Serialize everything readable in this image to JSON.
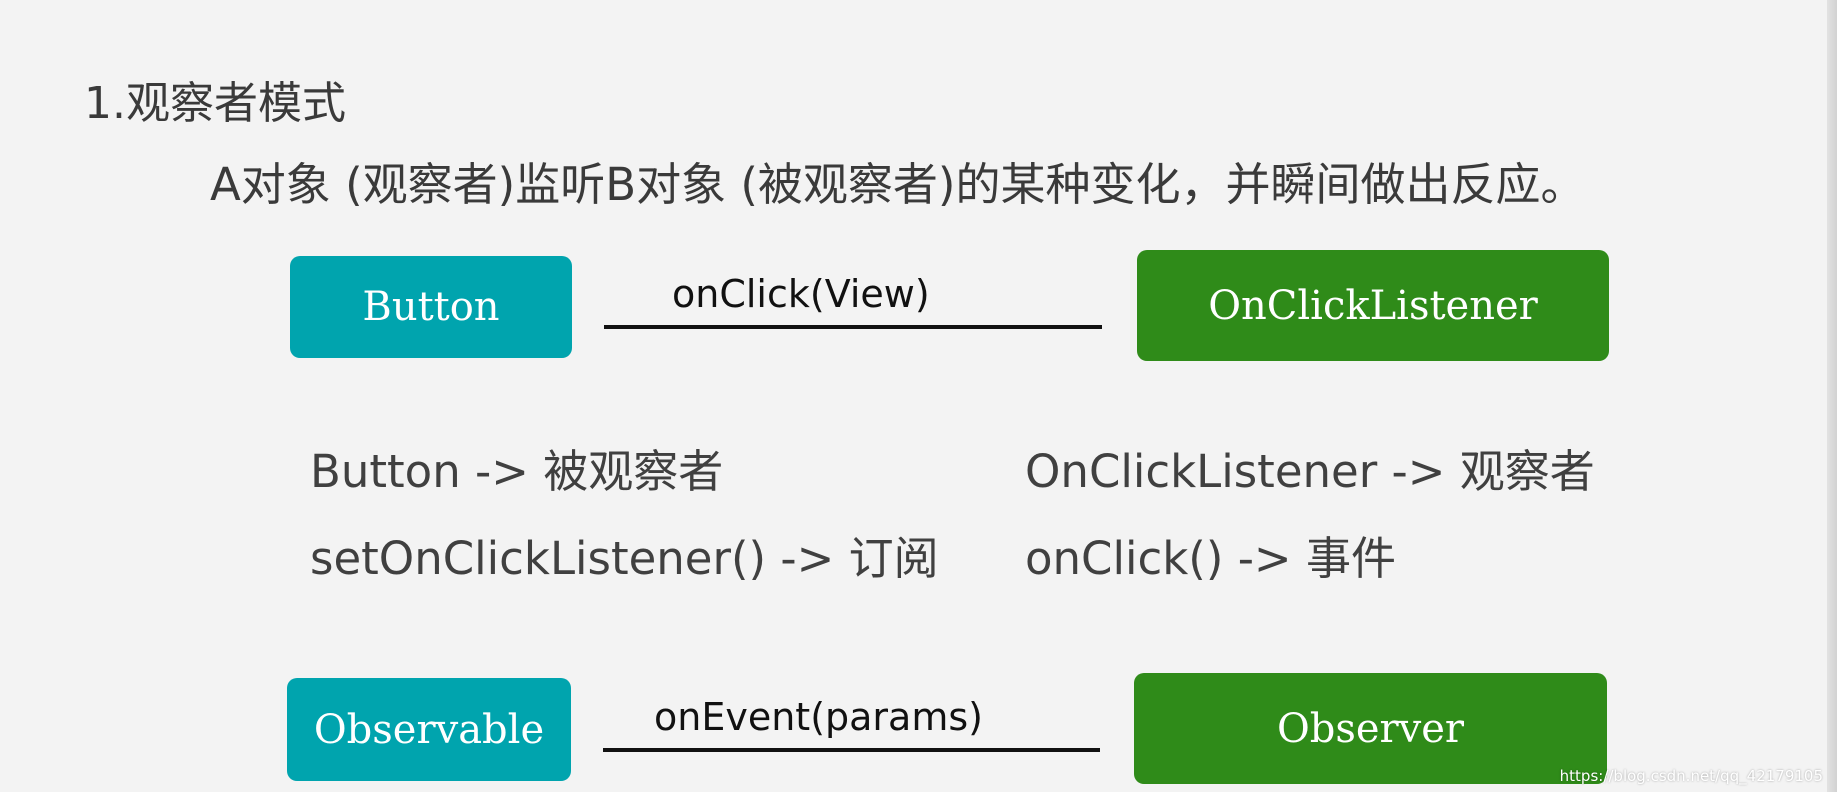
{
  "heading": "1.观察者模式",
  "subtitle": "A对象 (观察者)监听B对象 (被观察者)的某种变化，并瞬间做出反应。",
  "row1": {
    "left_box": "Button",
    "connector": "onClick(View)",
    "right_box": "OnClickListener"
  },
  "legend": {
    "left_line1": "Button -> 被观察者",
    "left_line2": "setOnClickListener() -> 订阅",
    "right_line1": "OnClickListener -> 观察者",
    "right_line2": "onClick() -> 事件"
  },
  "row2": {
    "left_box": "Observable",
    "connector": "onEvent(params)",
    "right_box": "Observer"
  },
  "watermark": "https://blog.csdn.net/qq_42179105",
  "colors": {
    "teal_box": "#00a4ae",
    "green_box": "#2f8b19",
    "background": "#f3f3f3"
  }
}
